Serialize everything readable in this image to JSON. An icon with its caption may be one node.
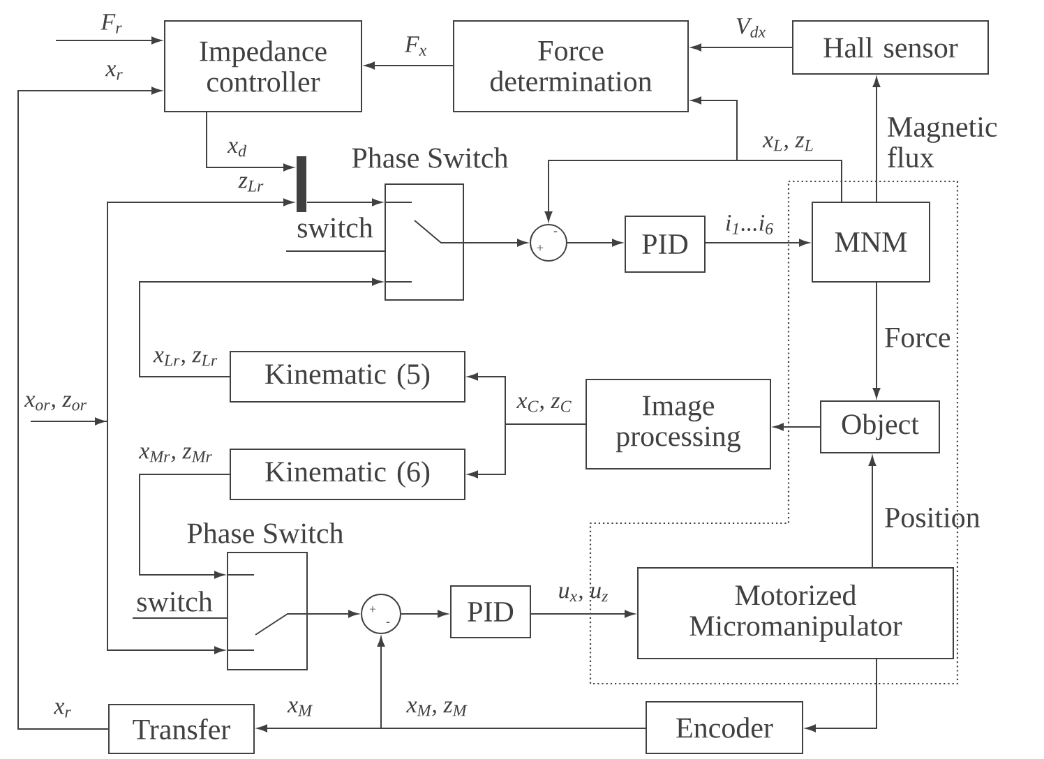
{
  "diagram": {
    "nodes": [
      {
        "text": [
          "Impedance controller"
        ]
      },
      {
        "text": [
          "Force determination"
        ]
      },
      {
        "text": [
          "Hall sensor"
        ]
      },
      {
        "text": [],
        "shape": "bar"
      },
      {
        "text": [
          "Phase Switch"
        ],
        "beside": [
          "switch"
        ]
      },
      {
        "text": [
          "+",
          "-"
        ]
      },
      {
        "text": [
          "PID"
        ]
      },
      {
        "text": [
          "MNM"
        ]
      },
      {
        "text": [
          "Kinematic (5)"
        ]
      },
      {
        "text": [
          "Image processing"
        ]
      },
      {
        "text": [
          "Object"
        ]
      },
      {
        "text": [
          "Kinematic (6)"
        ]
      },
      {
        "text": [
          "Phase Switch"
        ],
        "beside": [
          "switch"
        ]
      },
      {
        "text": [
          "+",
          "-"
        ]
      },
      {
        "text": [
          "PID"
        ]
      },
      {
        "text": [
          "Motorized Micromanipulator"
        ]
      },
      {
        "text": [
          "Transfer"
        ]
      },
      {
        "text": [
          "Encoder"
        ]
      }
    ],
    "edges": [
      {
        "from": null,
        "to": 0,
        "arrow": "to",
        "label": "F$_{r}$"
      },
      {
        "from": 16,
        "to": 0,
        "arrow": "to",
        "label": "x$_{r}$"
      },
      {
        "from": 1,
        "to": 0,
        "arrow": "to",
        "label": "F$_{x}$"
      },
      {
        "from": 2,
        "to": 1,
        "arrow": "to",
        "label": "V$_{dx}$"
      },
      {
        "from": 7,
        "to": 1,
        "arrow": "to",
        "label": "x$_{L}$, z$_{L}$"
      },
      {
        "from": 7,
        "to": 2,
        "arrow": "to",
        "label": "Magnetic flux"
      },
      {
        "from": 0,
        "to": 3,
        "arrow": "to",
        "label": "x$_{d}$"
      },
      {
        "from": null,
        "to": 3,
        "arrow": "to",
        "label": "z$_{Lr}$"
      },
      {
        "from": null,
        "to": 12,
        "arrow": "to",
        "label": "x$_{or}$, z$_{or}$"
      },
      {
        "from": 3,
        "to": 4,
        "arrow": "to"
      },
      {
        "from": 8,
        "to": 4,
        "arrow": "to",
        "label": "x$_{Lr}$, z$_{Lr}$"
      },
      {
        "from": 4,
        "to": 5,
        "arrow": "to"
      },
      {
        "from": 7,
        "to": 5,
        "arrow": "to"
      },
      {
        "from": 5,
        "to": 6,
        "arrow": "to"
      },
      {
        "from": 6,
        "to": 7,
        "arrow": "to",
        "label": "i$_{1}$...i$_{6}$"
      },
      {
        "from": 7,
        "to": 10,
        "arrow": "to",
        "label": "Force"
      },
      {
        "from": 10,
        "to": 9,
        "arrow": "to"
      },
      {
        "from": 9,
        "to": 8,
        "arrow": "to",
        "label": "x$_{C}$, z$_{C}$"
      },
      {
        "from": 9,
        "to": 11,
        "arrow": "to"
      },
      {
        "from": 11,
        "to": 12,
        "arrow": "to",
        "label": "x$_{Mr}$, z$_{Mr}$"
      },
      {
        "from": 12,
        "to": 13,
        "arrow": "to"
      },
      {
        "from": 13,
        "to": 14,
        "arrow": "to"
      },
      {
        "from": 14,
        "to": 15,
        "arrow": "to",
        "label": "u$_{x}$, u$_{z}$"
      },
      {
        "from": 15,
        "to": 10,
        "arrow": "to",
        "label": "Position"
      },
      {
        "from": 15,
        "to": 17,
        "arrow": "to"
      },
      {
        "from": 17,
        "to": 16,
        "arrow": "to",
        "label": "x$_{M}$"
      },
      {
        "from": 17,
        "to": 13,
        "arrow": "to",
        "label": "x$_{M}$, z$_{M}$"
      }
    ],
    "labels": [
      "x$_{r}$"
    ]
  }
}
